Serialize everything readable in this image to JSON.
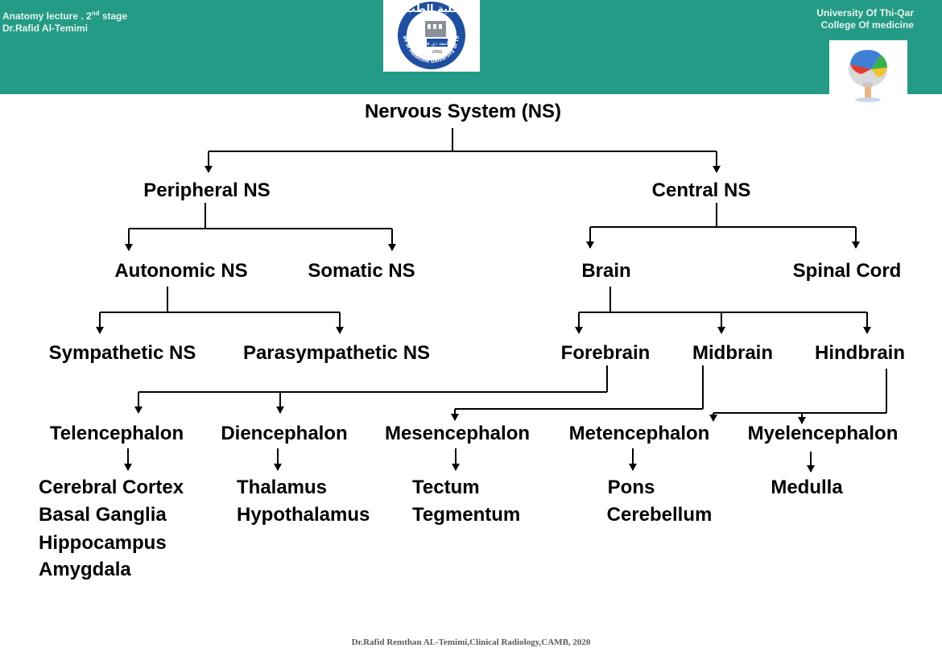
{
  "header": {
    "left_line1": "Anatomy lecture . 2",
    "left_line1_sup": "nd",
    "left_line1_suffix": " stage",
    "left_line2": "Dr.Rafid Al-Temimi",
    "right_line1": "University Of Thi-Qar",
    "right_line2": "College Of  medicine",
    "seal_top_text": "كلية الطب",
    "seal_ring_text": "College of Medicine University of Thi-Qar",
    "seal_inner_text": "جامعة ذي قار",
    "seal_year": "2002",
    "colors": {
      "background": "#249b86",
      "text": "#e6f3ef"
    }
  },
  "diagram": {
    "nodes": {
      "nervous_system": "Nervous System (NS)",
      "peripheral": "Peripheral NS",
      "central": "Central NS",
      "autonomic": "Autonomic NS",
      "somatic": "Somatic NS",
      "brain": "Brain",
      "spinal_cord": "Spinal Cord",
      "sympathetic": "Sympathetic NS",
      "parasympathetic": "Parasympathetic NS",
      "forebrain": "Forebrain",
      "midbrain": "Midbrain",
      "hindbrain": "Hindbrain",
      "telencephalon": "Telencephalon",
      "diencephalon": "Diencephalon",
      "mesencephalon": "Mesencephalon",
      "metencephalon": "Metencephalon",
      "myelencephalon": "Myelencephalon"
    },
    "leaves": {
      "telencephalon": [
        "Cerebral Cortex",
        "Basal Ganglia",
        "Hippocampus",
        "Amygdala"
      ],
      "diencephalon": [
        "Thalamus",
        "Hypothalamus"
      ],
      "mesencephalon": [
        "Tectum",
        "Tegmentum"
      ],
      "metencephalon": [
        "Pons",
        "Cerebellum"
      ],
      "myelencephalon": [
        "Medulla"
      ]
    }
  },
  "footer": {
    "text": "Dr.Rafid Remthan AL-Temimi,Clinical Radiology,CAMB, 2020"
  },
  "icons": {
    "seal": "college-seal-icon",
    "brain": "brain-skull-icon"
  }
}
